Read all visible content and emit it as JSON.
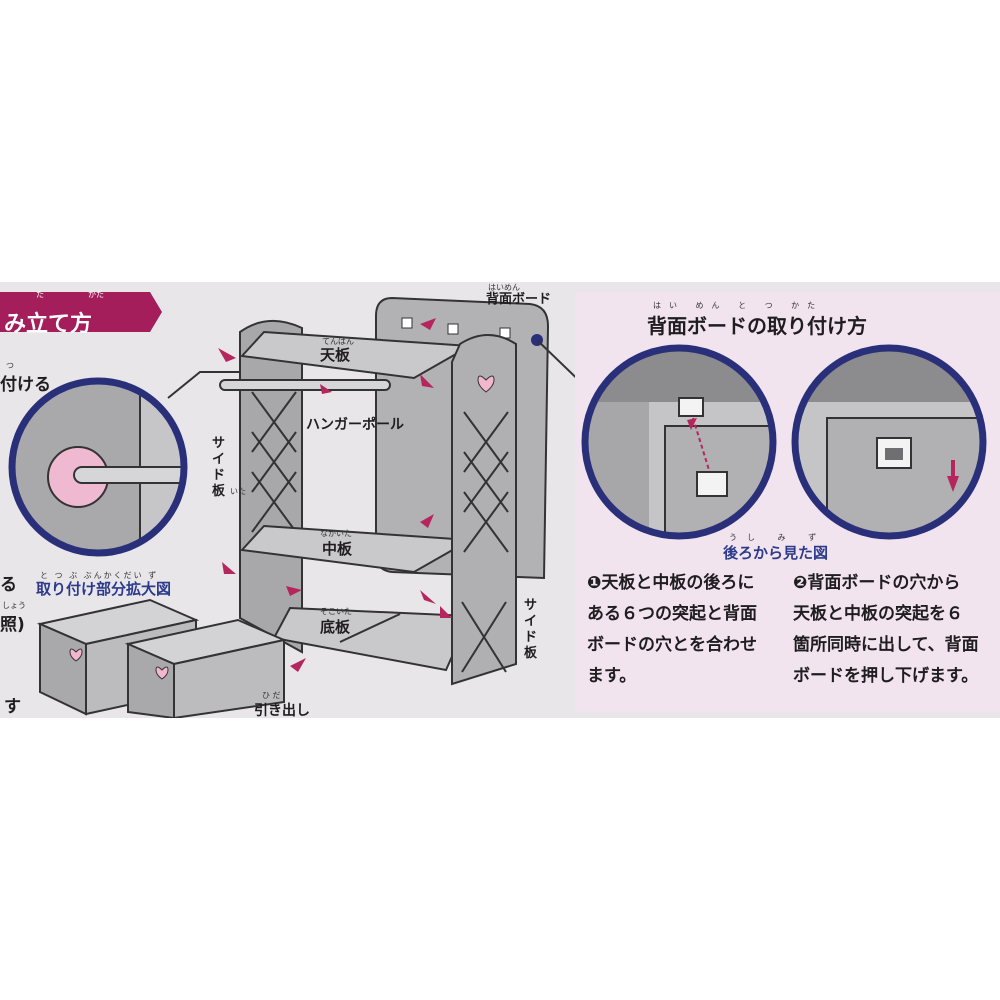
{
  "banner": {
    "title": "み立て方",
    "ruby": [
      "た",
      "かた"
    ]
  },
  "left_fragments": {
    "line1": "付ける",
    "line2": "る",
    "line3": "照)",
    "line4": "す",
    "ruby_top": "つ",
    "ruby_mid": "しょう"
  },
  "zoom_caption": {
    "text": "取り付け部分拡大図",
    "ruby": "と つ ぶ ぶんかくだい ず"
  },
  "labels": {
    "top_shelf": "天板",
    "top_shelf_ruby": "てんばん",
    "hanger_pole": "ハンガーポール",
    "side_board_left": "サイド板",
    "side_board_ruby": "いた",
    "middle_shelf": "中板",
    "middle_shelf_ruby": "なかいた",
    "bottom_shelf": "底板",
    "bottom_shelf_ruby": "そこいた",
    "side_board_right": "サイド板",
    "drawer": "引き出し",
    "drawer_ruby": "ひ だ",
    "back_board": "背面ボード",
    "back_board_ruby": "はいめん"
  },
  "panel": {
    "title": "背面ボードの取り付け方",
    "title_ruby": "はい めん と つ かた",
    "view_caption": "後ろから見た図",
    "view_caption_ruby": "うし み ず",
    "step1": [
      "❶天板と中板の後ろに",
      "ある６つの突起と背面",
      "ボードの穴とを合わせ",
      "ます。"
    ],
    "step2": [
      "❷背面ボードの穴から",
      "天板と中板の突起を６",
      "箇所同時に出して、背面",
      "ボードを押し下げます。"
    ]
  },
  "colors": {
    "accent": "#a41e5c",
    "arrow": "#b5265f",
    "circle_border": "#2a2f7a",
    "panel_bg": "#f1e4ee",
    "heart": "#f2b6cf"
  }
}
